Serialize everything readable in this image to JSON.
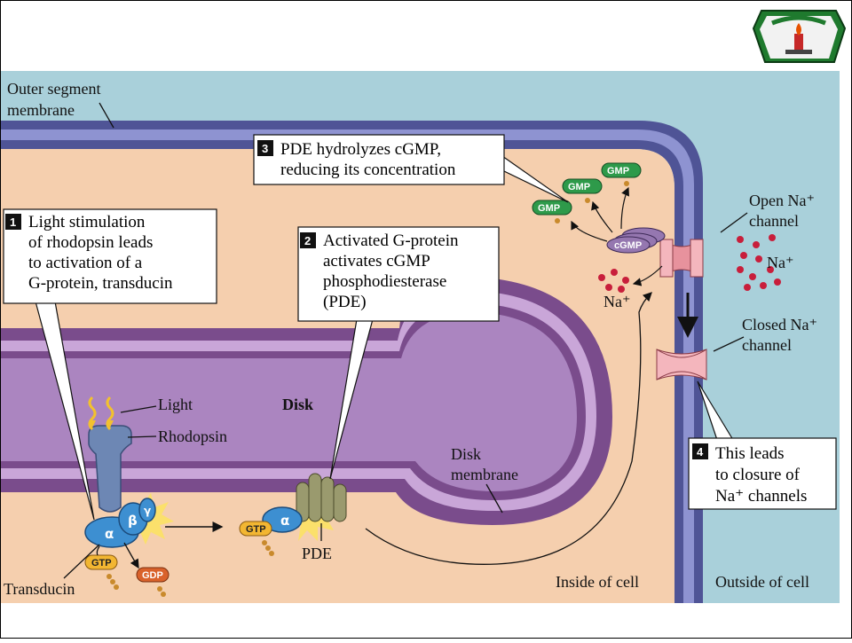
{
  "labels": {
    "outer_segment": [
      "Outer segment",
      "membrane"
    ],
    "light": "Light",
    "rhodopsin": "Rhodopsin",
    "transducin": "Transducin",
    "disk": "Disk",
    "disk_membrane": [
      "Disk",
      "membrane"
    ],
    "pde": "PDE",
    "inside_cell": "Inside of cell",
    "outside_cell": "Outside of cell",
    "open_channel": [
      "Open Na⁺",
      "channel"
    ],
    "closed_channel": [
      "Closed Na⁺",
      "channel"
    ],
    "na_ion": "Na⁺",
    "alpha": "α",
    "beta": "β",
    "gamma": "γ"
  },
  "molecules": {
    "gtp": "GTP",
    "gdp": "GDP",
    "gmp": "GMP",
    "cgmp": "cGMP"
  },
  "steps": [
    {
      "num": "1",
      "lines": [
        "Light stimulation",
        "of rhodopsin leads",
        "to activation of a",
        "G-protein, transducin"
      ]
    },
    {
      "num": "2",
      "lines": [
        "Activated G-protein",
        "activates cGMP",
        "phosphodiesterase",
        "(PDE)"
      ]
    },
    {
      "num": "3",
      "lines": [
        "PDE hydrolyzes cGMP,",
        "reducing its concentration"
      ]
    },
    {
      "num": "4",
      "lines": [
        "This leads",
        "to closure of",
        "Na⁺ channels"
      ]
    }
  ],
  "colors": {
    "cytoplasm": "#f5cfae",
    "outside": "#a9d0da",
    "membrane": "#5a5fa3",
    "disk": "#a87db8",
    "gtp": "#f2b632",
    "gdp": "#d9622b",
    "gmp": "#2e9a4a",
    "protein": "#3d8fd1",
    "na_ion": "#c81e3b"
  }
}
